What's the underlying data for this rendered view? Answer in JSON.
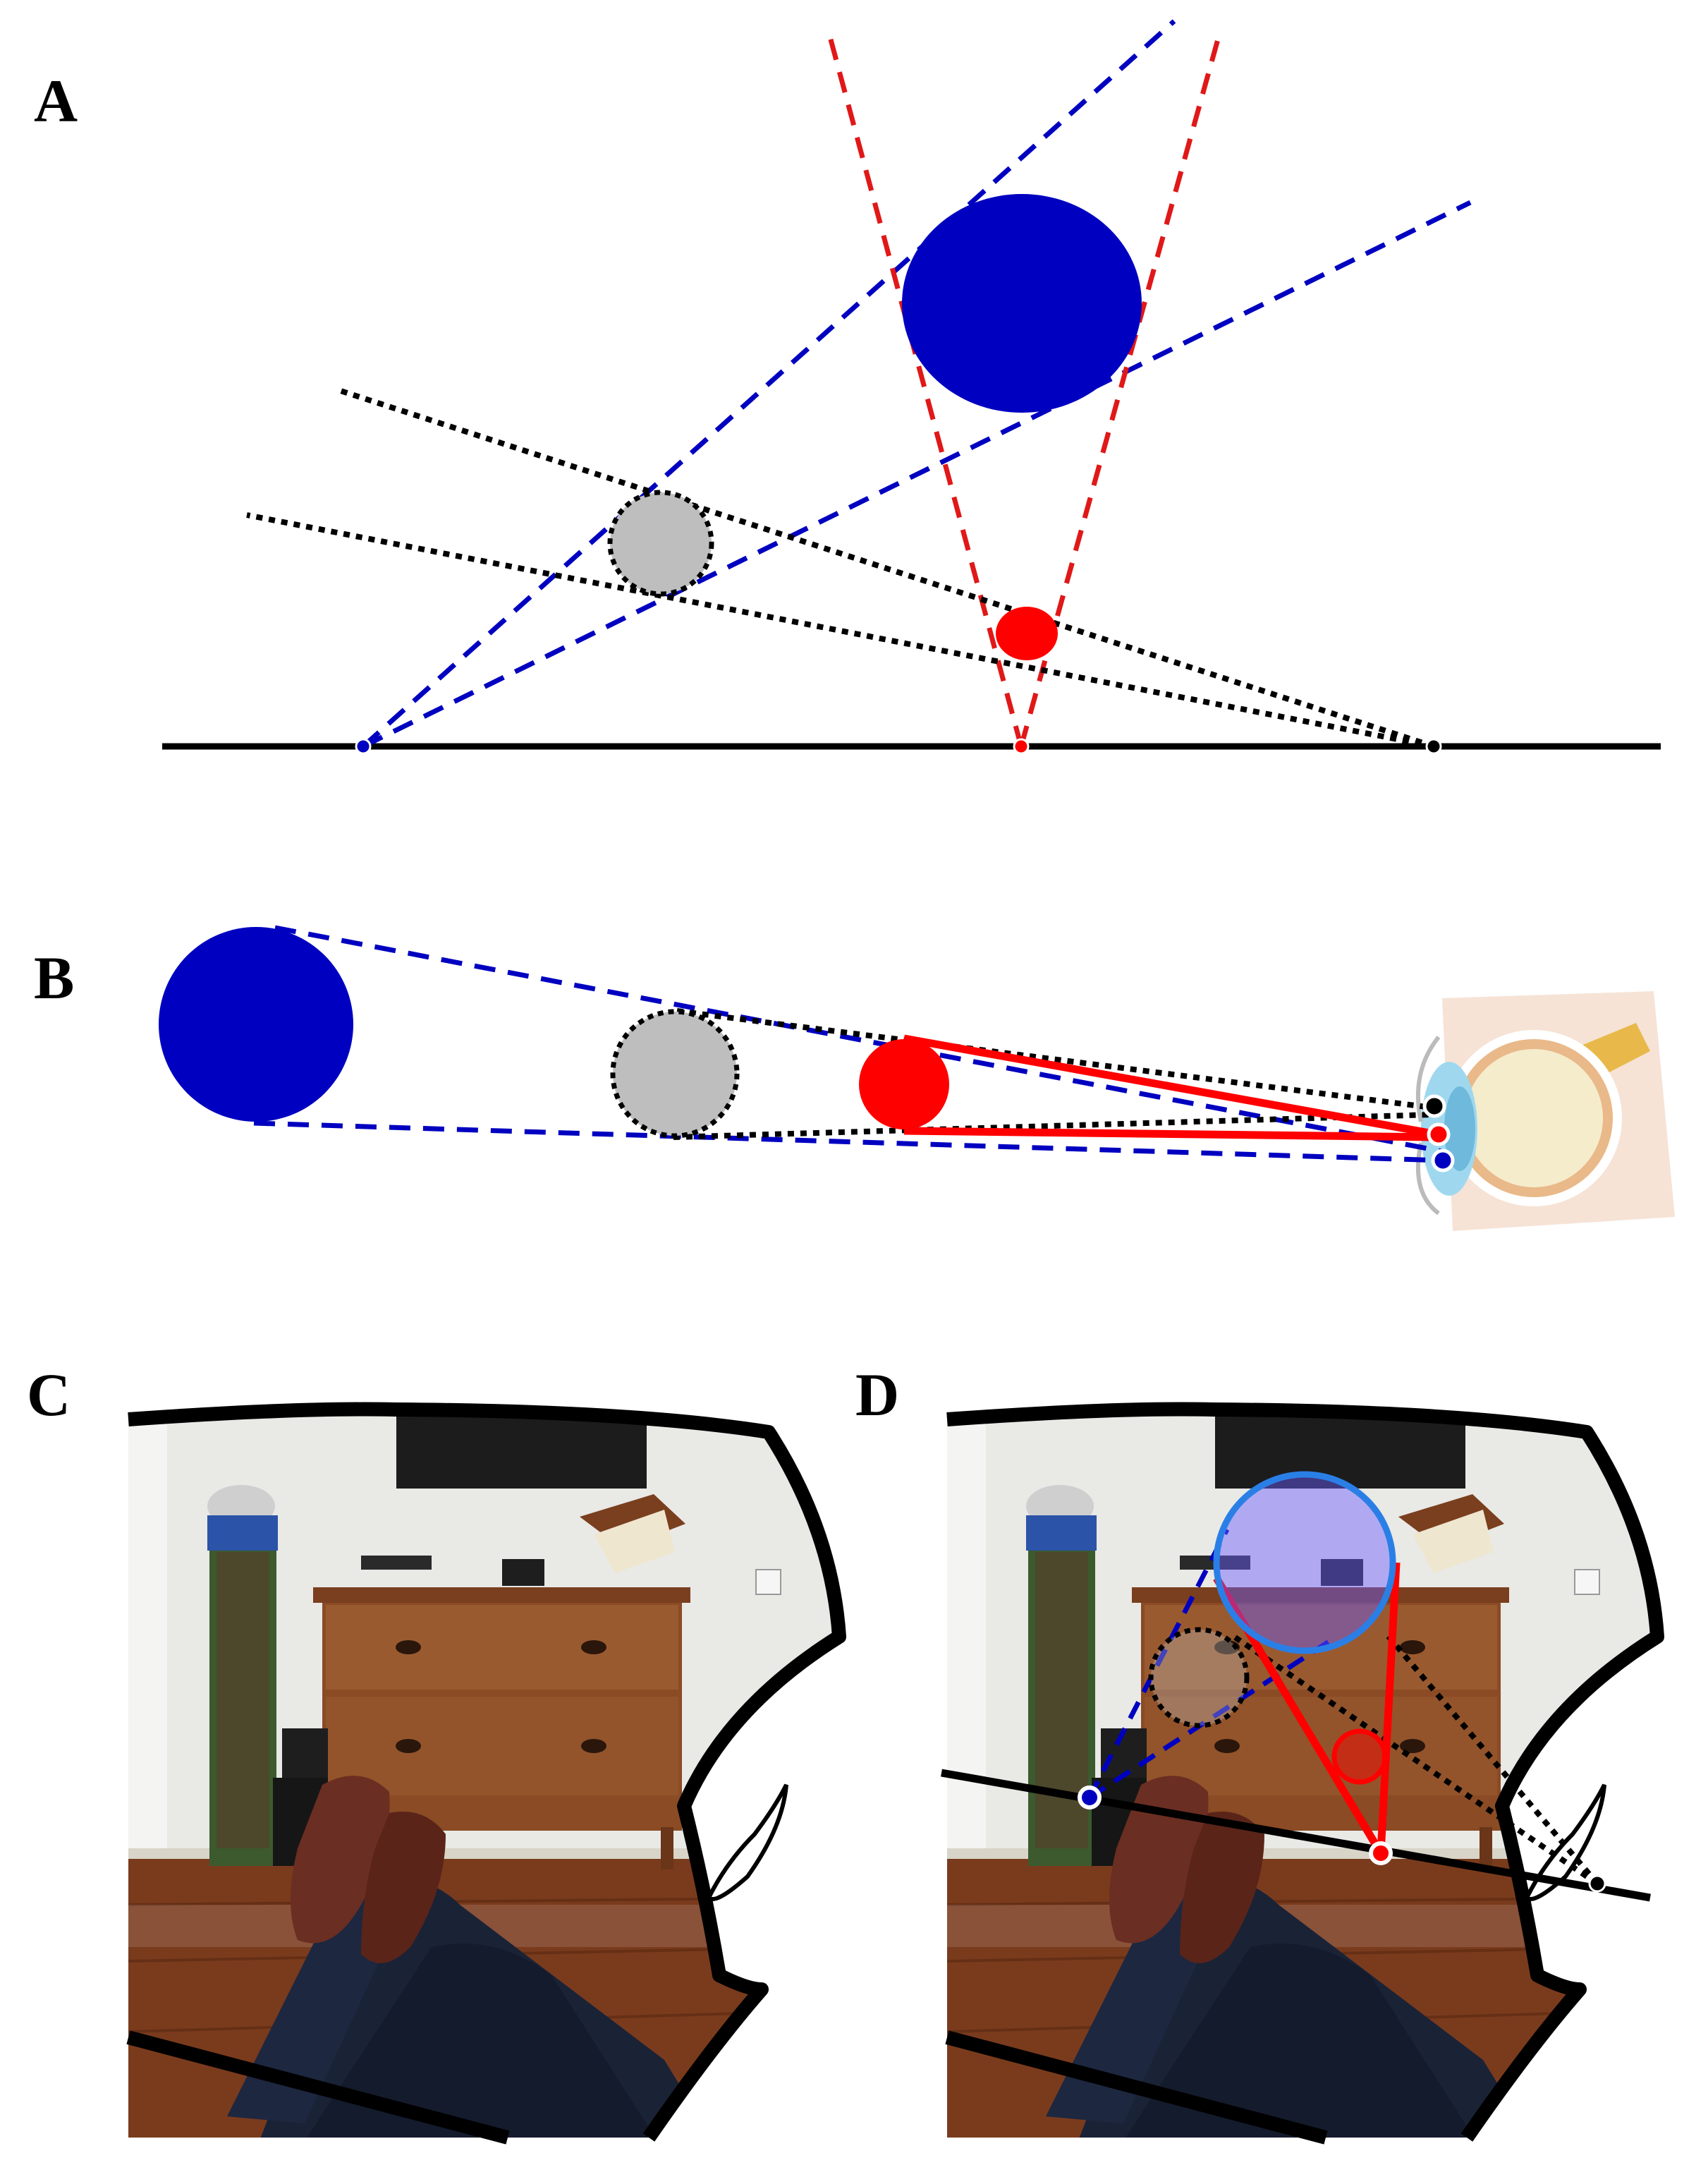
{
  "panels": {
    "a": {
      "label": "A"
    },
    "b": {
      "label": "B"
    },
    "c": {
      "label": "C"
    },
    "d": {
      "label": "D"
    }
  },
  "colors": {
    "blue": "#0000c0",
    "red": "#ff0000",
    "gray": "#bebebe",
    "black": "#000000",
    "light_blue": "#2a7fe6"
  },
  "icons": {
    "eye": "eye-cross-section-icon",
    "scene": "living-room-photo-icon"
  }
}
